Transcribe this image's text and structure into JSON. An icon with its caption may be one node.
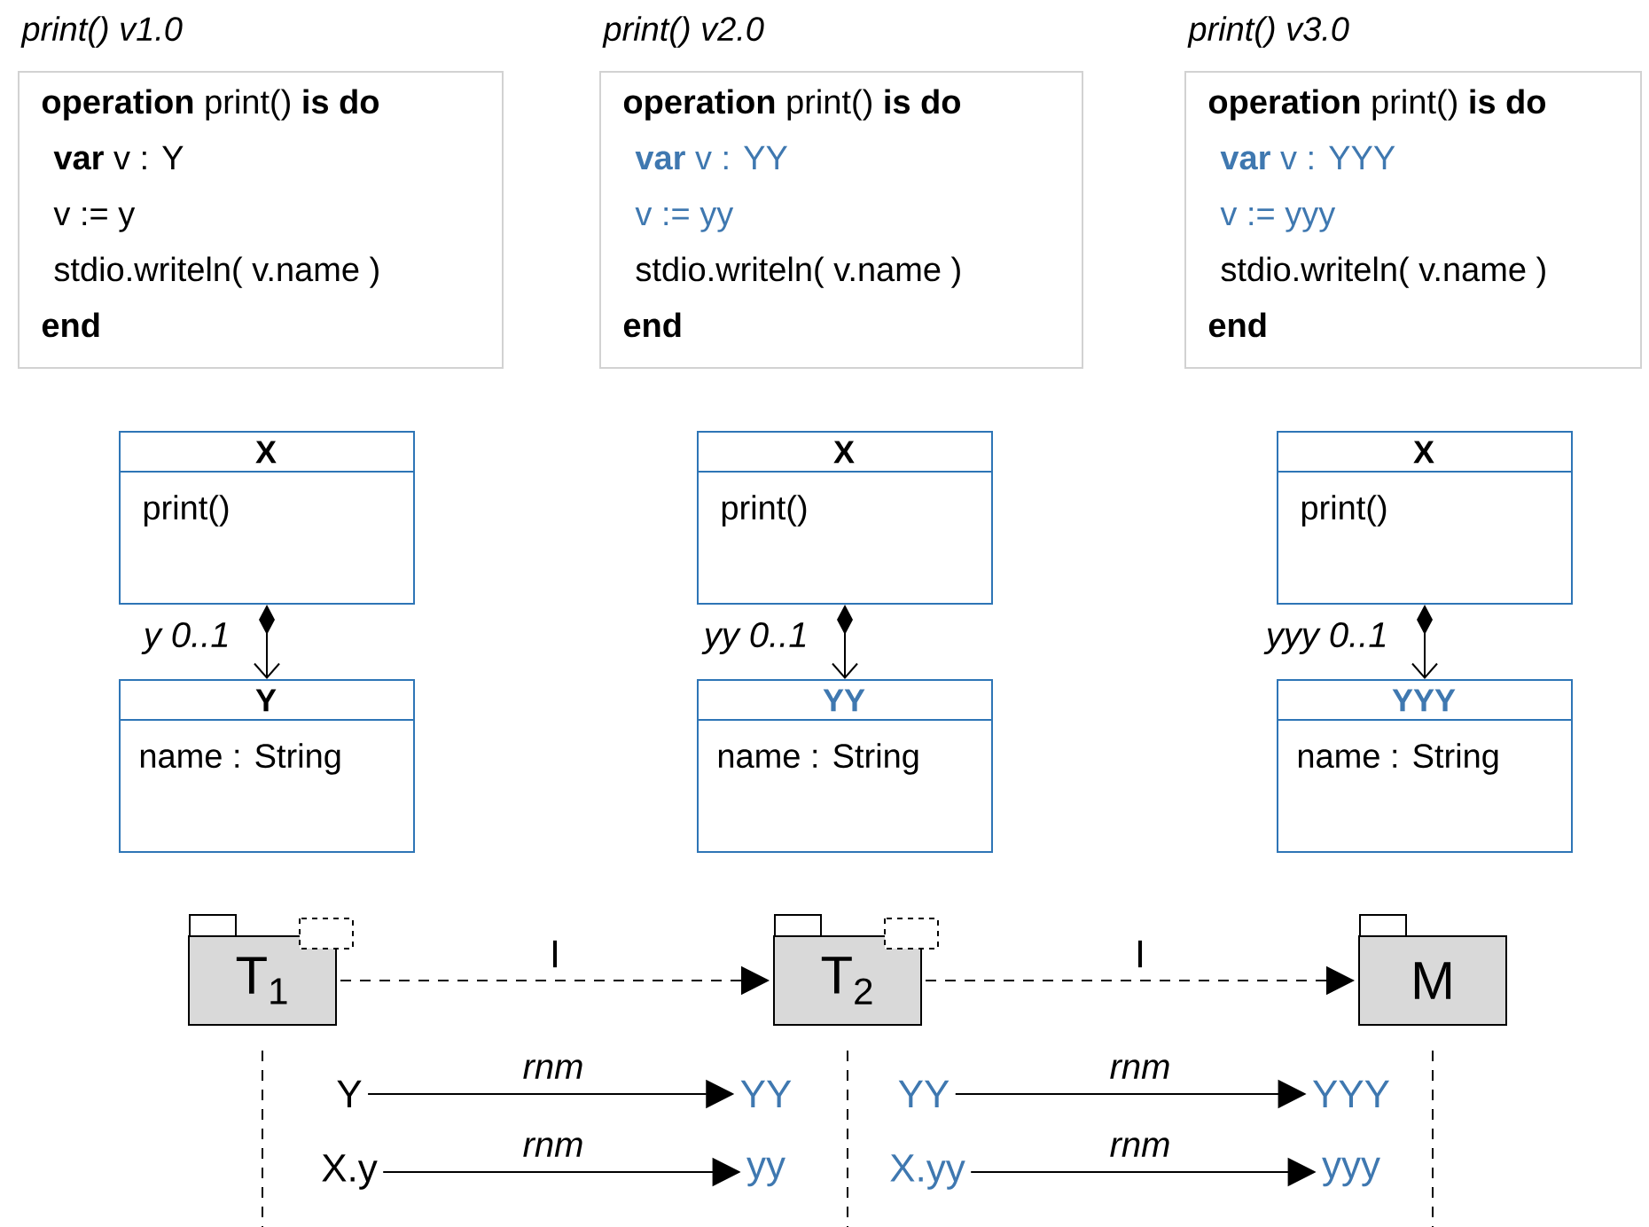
{
  "diagram": {
    "nodes": [
      {
        "text": [
          "print() v1.0",
          "**operation** print() **is do**",
          "**var** v : Y",
          "v := y",
          "stdio.writeln( v.name )",
          "end"
        ]
      },
      {
        "text": [
          "print() v2.0",
          "**operation** print() **is do**",
          "**var** v : YY",
          "v := yy",
          "stdio.writeln( v.name )",
          "end"
        ]
      },
      {
        "text": [
          "print() v3.0",
          "**operation** print() **is do**",
          "**var** v : YYY",
          "v := yyy",
          "stdio.writeln( v.name )",
          "end"
        ]
      },
      {
        "text": [
          "X",
          "print()"
        ]
      },
      {
        "text": [
          "Y",
          "name : String"
        ]
      },
      {
        "text": [
          "X",
          "print()"
        ]
      },
      {
        "text": [
          "YY",
          "name : String"
        ]
      },
      {
        "text": [
          "X",
          "print()"
        ]
      },
      {
        "text": [
          "YYY",
          "name : String"
        ]
      },
      {
        "text": [
          "T$_{1}$"
        ]
      },
      {
        "text": [
          "T$_{2}$"
        ]
      },
      {
        "text": [
          "M"
        ]
      },
      {
        "text": [
          "Y"
        ]
      },
      {
        "text": [
          "X.y"
        ]
      },
      {
        "text": [
          "YY"
        ]
      },
      {
        "text": [
          "yy"
        ]
      },
      {
        "text": [
          "YY"
        ]
      },
      {
        "text": [
          "X.yy"
        ]
      },
      {
        "text": [
          "YYY"
        ]
      },
      {
        "text": [
          "yyy"
        ]
      }
    ],
    "edges": [
      {
        "from": 3,
        "to": 4,
        "arrow": "to",
        "label": "y 0..1"
      },
      {
        "from": 5,
        "to": 6,
        "arrow": "to",
        "label": "yy 0..1"
      },
      {
        "from": 7,
        "to": 8,
        "arrow": "to",
        "label": "yyy 0..1"
      },
      {
        "from": 9,
        "to": 10,
        "arrow": "to",
        "label": "I",
        "style": "dashed"
      },
      {
        "from": 10,
        "to": 11,
        "arrow": "to",
        "label": "I",
        "style": "dashed"
      },
      {
        "from": 12,
        "to": 14,
        "arrow": "to",
        "label": "rnm"
      },
      {
        "from": 13,
        "to": 15,
        "arrow": "to",
        "label": "rnm"
      },
      {
        "from": 16,
        "to": 18,
        "arrow": "to",
        "label": "rnm"
      },
      {
        "from": 17,
        "to": 19,
        "arrow": "to",
        "label": "rnm"
      },
      {
        "from": 9,
        "to": null,
        "arrow": "none",
        "style": "dashed"
      },
      {
        "from": 10,
        "to": null,
        "arrow": "none",
        "style": "dashed"
      },
      {
        "from": 11,
        "to": null,
        "arrow": "none",
        "style": "dashed"
      }
    ]
  }
}
